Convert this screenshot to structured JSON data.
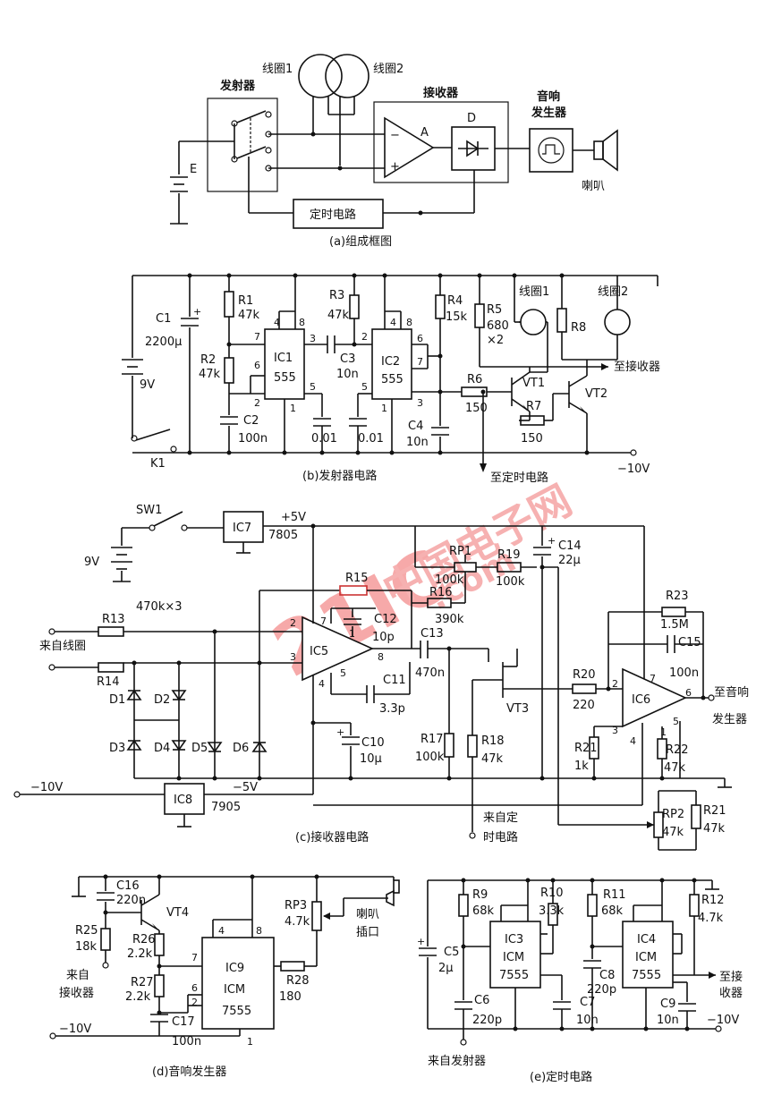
{
  "watermark": {
    "logo": "21IC",
    "site_cn": "中国电子网",
    "site_en": ".com"
  },
  "panel_a": {
    "caption": "(a)组成框图",
    "coil1": "线圈1",
    "coil2": "线圈2",
    "transmitter": "发射器",
    "receiver": "接收器",
    "sound_gen_line1": "音响",
    "sound_gen_line2": "发生器",
    "amp": "A",
    "detector": "D",
    "battery": "E",
    "speaker": "喇叭",
    "timer": "定时电路"
  },
  "panel_b": {
    "caption": "(b)发射器电路",
    "C1": "C1",
    "C1_val": "2200μ",
    "R1": "R1",
    "R1_val": "47k",
    "R2": "R2",
    "R2_val": "47k",
    "R3": "R3",
    "R3_val": "47k",
    "R4": "R4",
    "R4_val": "15k",
    "R5": "R5",
    "R5_val": "680",
    "R5_mult": "×2",
    "R6": "R6",
    "R6_val": "150",
    "R7": "R7",
    "R7_val": "150",
    "R8": "R8",
    "C2": "C2",
    "C2_val": "100n",
    "C3": "C3",
    "C3_val": "10n",
    "C4": "C4",
    "C4_val": "10n",
    "cap001a": "0.01",
    "cap001b": "0.01",
    "IC1": "IC1",
    "IC2": "IC2",
    "ic555": "555",
    "VT1": "VT1",
    "VT2": "VT2",
    "batt": "9V",
    "K1": "K1",
    "coil1": "线圈1",
    "coil2": "线圈2",
    "to_receiver": "至接收器",
    "to_timer": "至定时电路",
    "neg10v": "−10V",
    "p1": "1",
    "p2": "2",
    "p3": "3",
    "p4": "4",
    "p5": "5",
    "p6": "6",
    "p7": "7",
    "p8": "8"
  },
  "panel_c": {
    "caption": "(c)接收器电路",
    "SW1": "SW1",
    "batt": "9V",
    "IC7": "IC7",
    "IC7_part": "7805",
    "pos5v": "+5V",
    "IC8": "IC8",
    "IC8_part": "7905",
    "neg5v": "−5V",
    "neg10v": "−10V",
    "R13": "R13",
    "R14": "R14",
    "r470k": "470k×3",
    "R15": "R15",
    "R16": "R16",
    "R16_val": "390k",
    "RP1": "RP1",
    "RP1_val": "100k",
    "R19": "R19",
    "R19_val": "100k",
    "C14": "C14",
    "C14_val": "22μ",
    "C12": "C12",
    "C12_val": "10p",
    "C13": "C13",
    "C13_val": "470n",
    "C11": "C11",
    "C11_val": "3.3p",
    "C10": "C10",
    "C10_val": "10μ",
    "R17": "R17",
    "R17_val": "100k",
    "R18": "R18",
    "R18_val": "47k",
    "R20": "R20",
    "R20_val": "220",
    "R21": "R21",
    "R21_val": "1k",
    "R22": "R22",
    "R22_val": "47k",
    "R23": "R23",
    "R23_val": "1.5M",
    "C15": "C15",
    "C15_val": "100n",
    "RP2": "RP2",
    "RP2_val": "47k",
    "R21b": "R21",
    "R21b_val": "47k",
    "IC5": "IC5",
    "IC6": "IC6",
    "VT3": "VT3",
    "D1": "D1",
    "D2": "D2",
    "D3": "D3",
    "D4": "D4",
    "D5": "D5",
    "D6": "D6",
    "from_coil": "来自线圈",
    "from_timer_1": "来自定",
    "from_timer_2": "时电路",
    "to_sound_1": "至音响",
    "to_sound_2": "发生器",
    "p1": "1",
    "p2": "2",
    "p3": "3",
    "p4": "4",
    "p5": "5",
    "p6": "6",
    "p7": "7",
    "p8": "8"
  },
  "panel_d": {
    "caption": "(d)音响发生器",
    "C16": "C16",
    "C16_val": "220n",
    "R25": "R25",
    "R25_val": "18k",
    "R26": "R26",
    "R26_val": "2.2k",
    "R27": "R27",
    "R27_val": "2.2k",
    "C17": "C17",
    "C17_val": "100n",
    "R28": "R28",
    "R28_val": "180",
    "RP3": "RP3",
    "RP3_val": "4.7k",
    "VT4": "VT4",
    "IC9": "IC9",
    "icm": "ICM",
    "ic7555": "7555",
    "speaker_jack_1": "喇叭",
    "speaker_jack_2": "插口",
    "from_rx_1": "来自",
    "from_rx_2": "接收器",
    "neg10v": "−10V",
    "p1": "1",
    "p2": "2",
    "p4": "4",
    "p6": "6",
    "p7": "7",
    "p8": "8"
  },
  "panel_e": {
    "caption": "(e)定时电路",
    "R9": "R9",
    "R9_val": "68k",
    "R10": "R10",
    "R10_val": "3.3k",
    "R11": "R11",
    "R11_val": "68k",
    "R12": "R12",
    "R12_val": "4.7k",
    "C5": "C5",
    "C5_val": "2μ",
    "C6": "C6",
    "C6_val": "220p",
    "C7": "C7",
    "C7_val": "10n",
    "C8": "C8",
    "C8_val": "220p",
    "C9": "C9",
    "C9_val": "10n",
    "IC3": "IC3",
    "IC4": "IC4",
    "icm": "ICM",
    "ic7555": "7555",
    "from_tx": "来自发射器",
    "to_rx_1": "至接",
    "to_rx_2": "收器",
    "neg10v": "−10V"
  }
}
